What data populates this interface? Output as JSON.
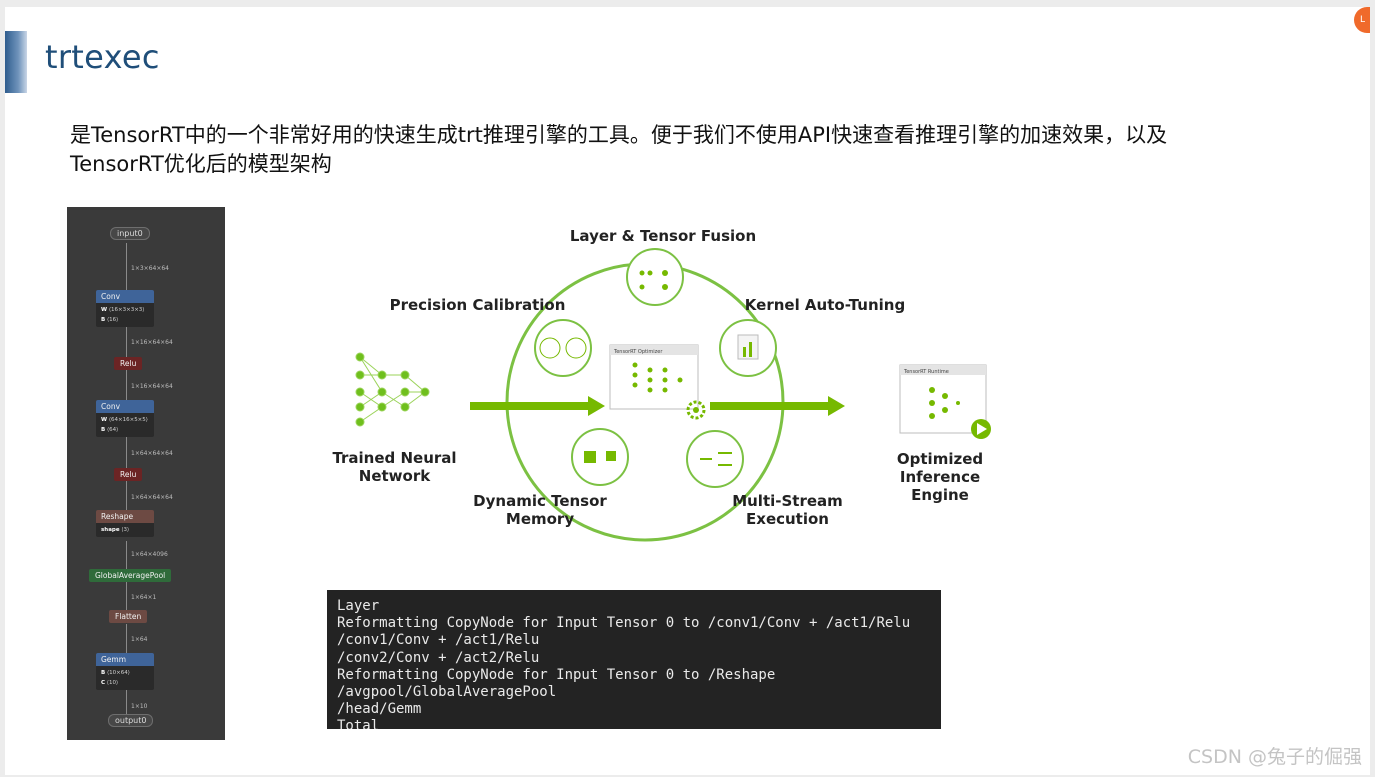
{
  "slide": {
    "title": "trtexec",
    "paragraph": "是TensorRT中的一个非常好用的快速生成trt推理引擎的工具。便于我们不使用API快速查看推理引擎的加速效果，以及TensorRT优化后的模型架构",
    "avatar_text": "L"
  },
  "graph": {
    "input": "input0",
    "output": "output0",
    "edges": [
      "1×3×64×64",
      "1×16×64×64",
      "1×16×64×64",
      "1×64×64×64",
      "1×64×64×64",
      "1×64×4096",
      "1×64×1",
      "1×64",
      "1×10"
    ],
    "conv1": {
      "name": "Conv",
      "w_key": "W",
      "w_val": "⟨16×3×3×3⟩",
      "b_key": "B",
      "b_val": "⟨16⟩"
    },
    "relu1": "Relu",
    "conv2": {
      "name": "Conv",
      "w_key": "W",
      "w_val": "⟨64×16×5×5⟩",
      "b_key": "B",
      "b_val": "⟨64⟩"
    },
    "relu2": "Relu",
    "reshape": {
      "name": "Reshape",
      "key": "shape",
      "val": "⟨3⟩"
    },
    "gap": "GlobalAveragePool",
    "flatten": "Flatten",
    "gemm": {
      "name": "Gemm",
      "b_key": "B",
      "b_val": "⟨10×64⟩",
      "c_key": "C",
      "c_val": "⟨10⟩"
    }
  },
  "diagram": {
    "layer_fusion": "Layer & Tensor Fusion",
    "precision": "Precision Calibration",
    "kernel": "Kernel Auto-Tuning",
    "trained": "Trained Neural Network",
    "dynamic": "Dynamic Tensor Memory",
    "multistream": "Multi-Stream Execution",
    "optimized": "Optimized Inference Engine",
    "optimizer_window": "TensorRT Optimizer",
    "runtime_window": "TensorRT Runtime",
    "accent": "#76b900"
  },
  "terminal": {
    "lines": [
      "Layer",
      "Reformatting CopyNode for Input Tensor 0 to /conv1/Conv + /act1/Relu",
      "/conv1/Conv + /act1/Relu",
      "/conv2/Conv + /act2/Relu",
      "Reformatting CopyNode for Input Tensor 0 to /Reshape",
      "/avgpool/GlobalAveragePool",
      "/head/Gemm",
      "Total"
    ]
  },
  "watermark": "CSDN @兔子的倔强"
}
